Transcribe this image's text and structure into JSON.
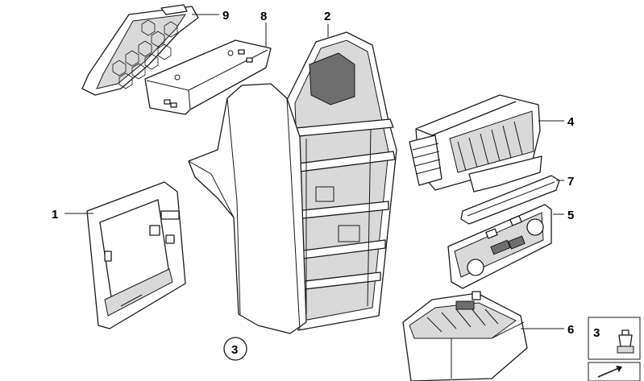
{
  "diagram": {
    "callouts": [
      {
        "id": "1",
        "label": "1"
      },
      {
        "id": "2",
        "label": "2"
      },
      {
        "id": "3",
        "label": "3"
      },
      {
        "id": "4",
        "label": "4"
      },
      {
        "id": "5",
        "label": "5"
      },
      {
        "id": "6",
        "label": "6"
      },
      {
        "id": "7",
        "label": "7"
      },
      {
        "id": "8",
        "label": "8"
      },
      {
        "id": "9",
        "label": "9"
      }
    ],
    "circled_callout": "3",
    "inset_label": "3"
  }
}
